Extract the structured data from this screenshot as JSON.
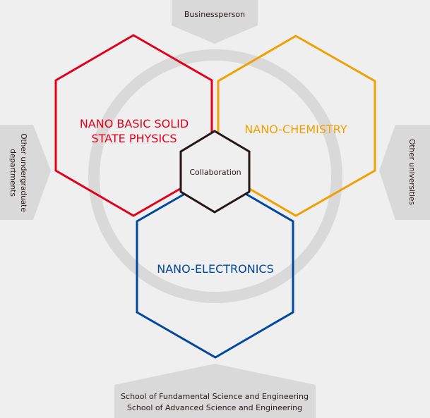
{
  "diagram": {
    "top_label": "Businessperson",
    "left_label": [
      "Other undergraduate",
      "departments"
    ],
    "right_label": "Other universities",
    "bottom_label": [
      "School of Fundamental Science and Engineering",
      "School of Advanced Science and Engineering"
    ],
    "hexagons": {
      "solid_state": {
        "title_lines": [
          "NANO BASIC SOLID",
          "STATE PHYSICS"
        ],
        "color": "#e3001b"
      },
      "chemistry": {
        "title": "NANO-CHEMISTRY",
        "color": "#f0a000"
      },
      "electronics": {
        "title": "NANO-ELECTRONICS",
        "color": "#0047a0"
      },
      "collaboration": {
        "title": "Collaboration",
        "color": "#231815"
      }
    },
    "colors": {
      "background": "#efefef",
      "ring": "#d9d9d9",
      "arrow_fill": "#d9d9d9",
      "label_text": "#231815"
    }
  }
}
